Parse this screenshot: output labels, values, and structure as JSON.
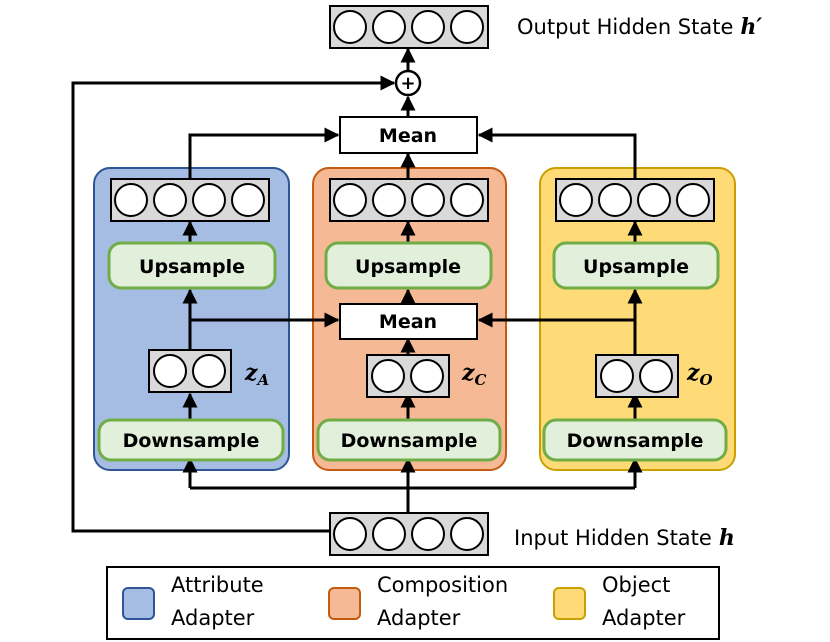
{
  "output_label": "Output Hidden State",
  "output_symbol": "h′",
  "input_label": "Input Hidden State",
  "input_symbol": "h",
  "plus_symbol": "+",
  "mean_label": "Mean",
  "upsample_label": "Upsample",
  "downsample_label": "Downsample",
  "adapters": [
    {
      "key": "attribute",
      "latent_main": "z",
      "latent_sub": "A",
      "fill": "#a6bde3",
      "stroke": "#2f5597"
    },
    {
      "key": "composition",
      "latent_main": "z",
      "latent_sub": "C",
      "fill": "#f6b996",
      "stroke": "#c55a11"
    },
    {
      "key": "object",
      "latent_main": "z",
      "latent_sub": "O",
      "fill": "#ffdb78",
      "stroke": "#c9a000"
    }
  ],
  "legend": [
    {
      "line1": "Attribute",
      "line2": "Adapter",
      "fill": "#a6bde3",
      "stroke": "#2f5597"
    },
    {
      "line1": "Composition",
      "line2": "Adapter",
      "fill": "#f6b996",
      "stroke": "#c55a11"
    },
    {
      "line1": "Object",
      "line2": "Adapter",
      "fill": "#ffdb78",
      "stroke": "#c9a000"
    }
  ],
  "colors": {
    "module_fill": "#e2efda",
    "module_stroke": "#70ad47",
    "state_fill": "#d9d9d9",
    "line": "#000000"
  }
}
